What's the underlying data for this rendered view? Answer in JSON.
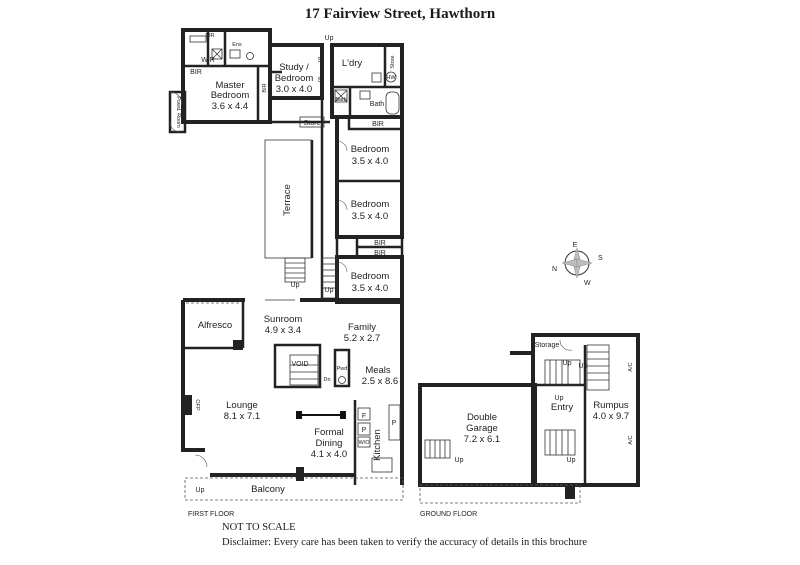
{
  "title": "17 Fairview Street, Hawthorn",
  "not_to_scale": "NOT TO SCALE",
  "disclaimer": "Disclaimer: Every care has been taken to verify the accuracy of details in this brochure",
  "floors": {
    "first": "FIRST FLOOR",
    "ground": "GROUND FLOOR"
  },
  "compass": {
    "n": "N",
    "e": "E",
    "s": "S",
    "w": "W"
  },
  "rooms": {
    "master_bedroom": {
      "name": "Master",
      "name2": "Bedroom",
      "size": "3.6 x 4.4"
    },
    "study": {
      "name": "Study /",
      "name2": "Bedroom",
      "size": "3.0 x 4.0"
    },
    "laundry": {
      "name": "L'dry"
    },
    "bath": {
      "name": "Bath"
    },
    "bedroom2": {
      "name": "Bedroom",
      "size": "3.5 x 4.0"
    },
    "bedroom3": {
      "name": "Bedroom",
      "size": "3.5 x 4.0"
    },
    "bedroom4": {
      "name": "Bedroom",
      "size": "3.5 x 4.0"
    },
    "terrace": {
      "name": "Terrace"
    },
    "alfresco": {
      "name": "Alfresco"
    },
    "sunroom": {
      "name": "Sunroom",
      "size": "4.9 x 3.4"
    },
    "family": {
      "name": "Family",
      "size": "5.2 x 2.7"
    },
    "meals": {
      "name": "Meals",
      "size": "2.5 x 8.6"
    },
    "lounge": {
      "name": "Lounge",
      "size": "8.1 x 7.1"
    },
    "formal_dining": {
      "name": "Formal",
      "name2": "Dining",
      "size": "4.1 x 4.0"
    },
    "kitchen": {
      "name": "Kitchen"
    },
    "balcony": {
      "name": "Balcony"
    },
    "double_garage": {
      "name": "Double",
      "name2": "Garage",
      "size": "7.2 x 6.1"
    },
    "entry": {
      "name": "Entry"
    },
    "rumpus": {
      "name": "Rumpus",
      "size": "4.0 x 9.7"
    },
    "storage": {
      "name": "Storage"
    }
  },
  "fixtures": {
    "bir": "BIR",
    "wir": "WIR",
    "ens": "Ens",
    "store": "Store",
    "up": "Up",
    "dn": "Dn",
    "void": "VOID",
    "powder_room": "Powd. Room",
    "hw": "HW",
    "ofp": "OFP",
    "f": "F",
    "p": "P",
    "wo": "W/O",
    "ac": "A/C",
    "s": "S",
    "pwd": "Pwd"
  }
}
